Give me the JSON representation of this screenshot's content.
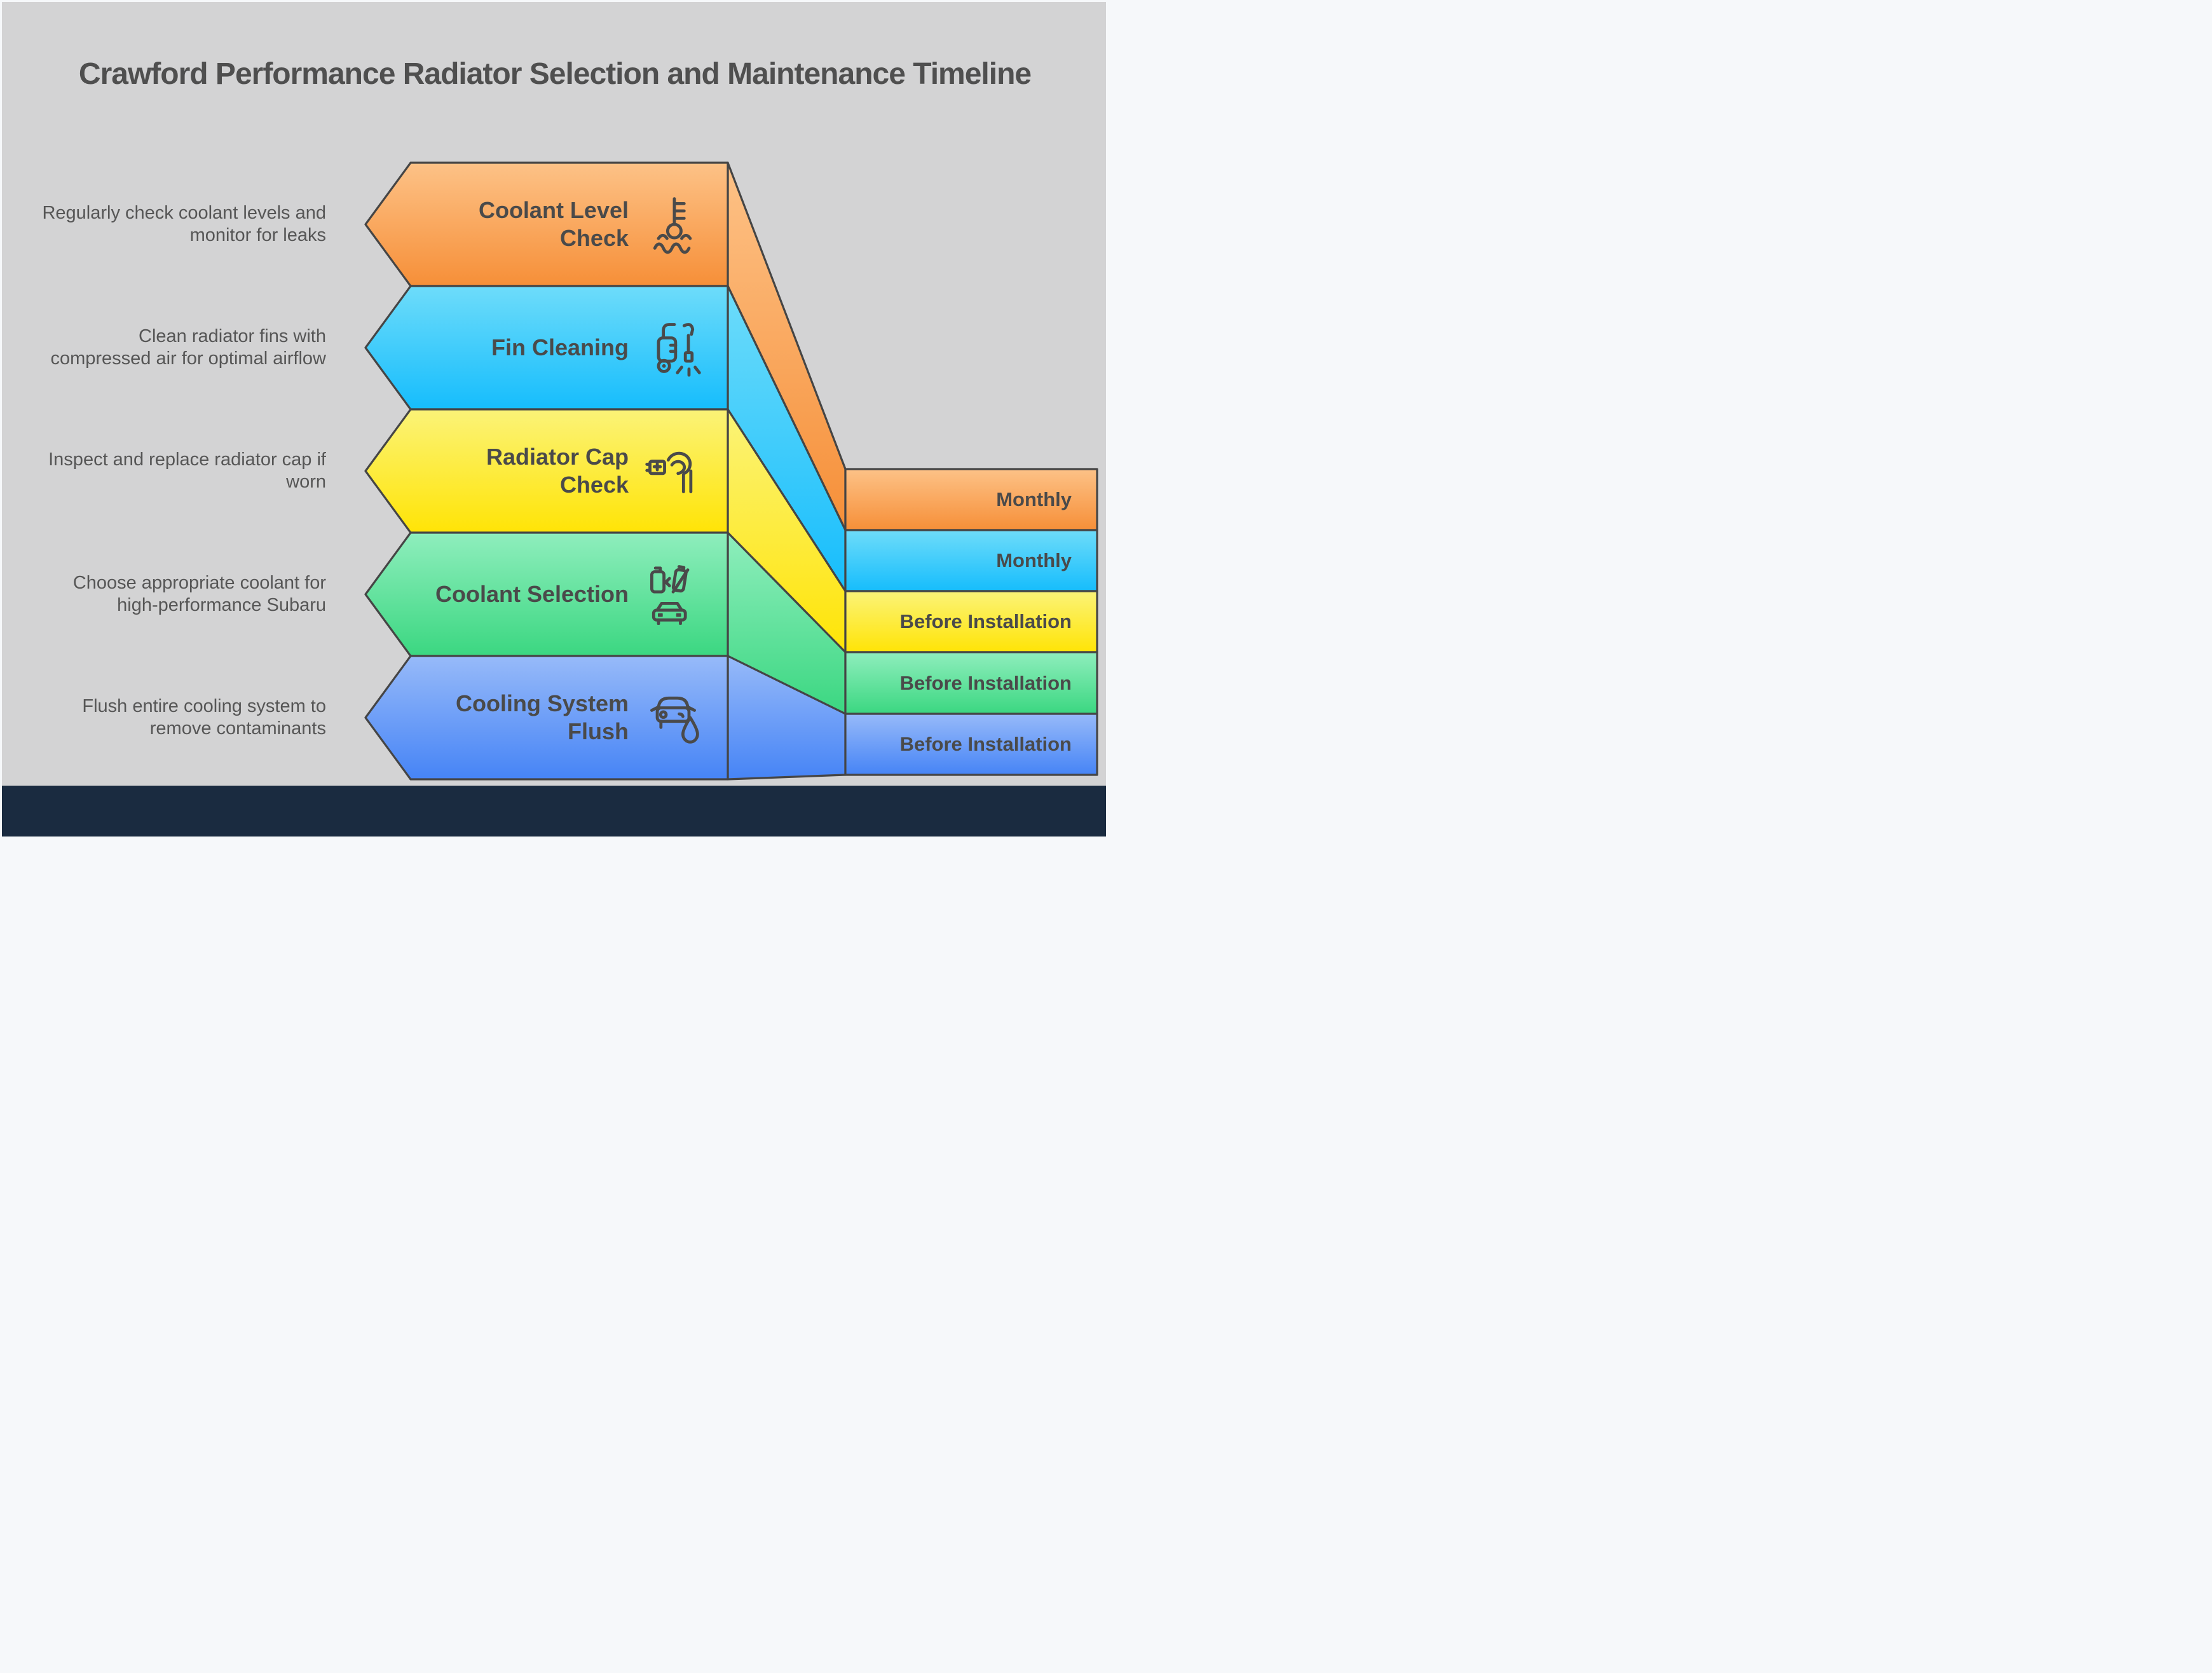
{
  "title": "Crawford Performance Radiator Selection and Maintenance Timeline",
  "colors": {
    "canvas_bg": "#d3d3d4",
    "frame": "#f6f8fa",
    "outline": "#454545",
    "title_text": "#4f4f4f",
    "description_text": "#565656",
    "label_text": "#4a4a4a",
    "footer_bar": "#1a2b40"
  },
  "steps": [
    {
      "label": "Coolant Level\nCheck",
      "description": "Regularly check coolant levels and\nmonitor for leaks",
      "timing": "Monthly",
      "icon": "coolant-level-thermometer-icon",
      "color_light": "#fdc287",
      "color_dark": "#f68f38"
    },
    {
      "label": "Fin Cleaning",
      "description": "Clean radiator fins with\ncompressed air for optimal airflow",
      "timing": "Monthly",
      "icon": "pressure-washer-icon",
      "color_light": "#6edcfa",
      "color_dark": "#16bdfc"
    },
    {
      "label": "Radiator Cap\nCheck",
      "description": "Inspect and replace radiator cap if\nworn",
      "timing": "Before Installation",
      "icon": "radiator-cap-hand-icon",
      "color_light": "#fbf378",
      "color_dark": "#ffe406"
    },
    {
      "label": "Coolant Selection",
      "description": "Choose appropriate coolant for\nhigh-performance Subaru",
      "timing": "Before Installation",
      "icon": "coolant-bottles-car-icon",
      "color_light": "#8feebd",
      "color_dark": "#3bd781"
    },
    {
      "label": "Cooling System\nFlush",
      "description": "Flush entire cooling system to\nremove contaminants",
      "timing": "Before Installation",
      "icon": "car-water-drop-icon",
      "color_light": "#97baf9",
      "color_dark": "#4684f6"
    }
  ]
}
